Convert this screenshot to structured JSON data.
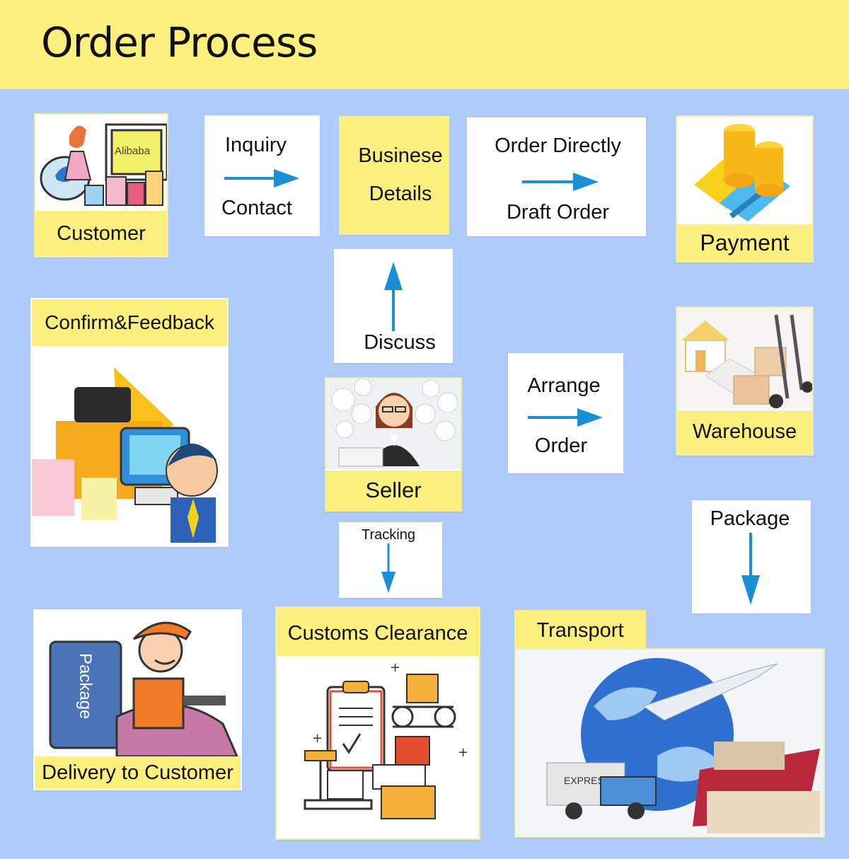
{
  "header": {
    "title": "Order Process"
  },
  "steps": {
    "customer": {
      "label": "Customer",
      "screen_text": "Alibaba"
    },
    "inquiry": {
      "top": "Inquiry",
      "bottom": "Contact"
    },
    "business": {
      "line1": "Businese",
      "line2": "Details"
    },
    "order_directly": {
      "top": "Order Directly",
      "bottom": "Draft Order"
    },
    "payment": {
      "label": "Payment"
    },
    "confirm": {
      "label": "Confirm&Feedback"
    },
    "discuss": {
      "label": "Discuss"
    },
    "seller": {
      "label": "Seller"
    },
    "arrange": {
      "top": "Arrange",
      "bottom": "Order"
    },
    "warehouse": {
      "label": "Warehouse"
    },
    "tracking": {
      "label": "Tracking"
    },
    "package": {
      "label": "Package"
    },
    "delivery": {
      "label": "Delivery to Customer",
      "box_text": "Package"
    },
    "customs": {
      "label": "Customs Clearance"
    },
    "transport": {
      "label": "Transport",
      "truck_text": "EXPRESS"
    }
  },
  "colors": {
    "background": "#aecbfb",
    "highlight": "#fbf07e",
    "arrow": "#1a8fd6"
  }
}
